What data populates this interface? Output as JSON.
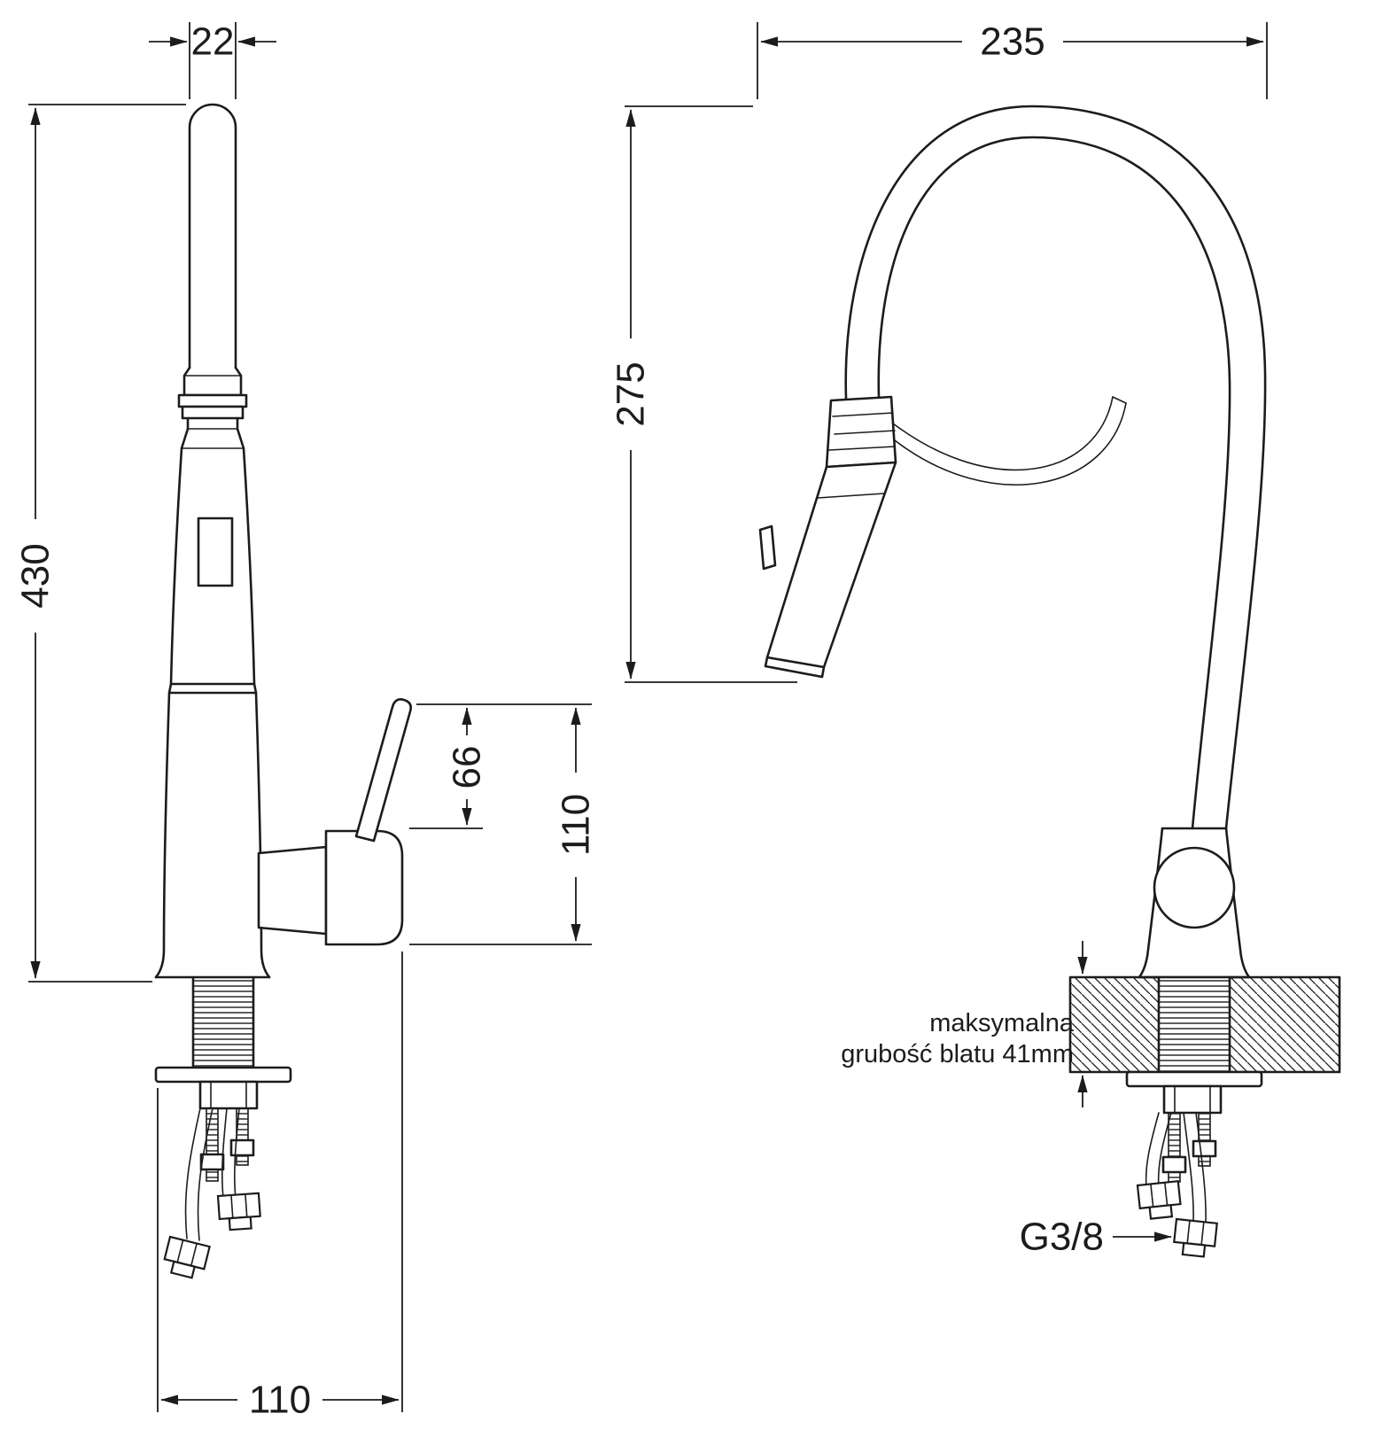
{
  "colors": {
    "background": "#ffffff",
    "line": "#1c1c1c"
  },
  "dimensions": {
    "spout_tip_width": "22",
    "total_height": "430",
    "handle_lever_height": "66",
    "handle_total_height": "110",
    "body_depth": "110",
    "spout_reach": "235",
    "spout_height": "275"
  },
  "annotations": {
    "countertop_note_line1": "maksymalna",
    "countertop_note_line2": "grubość blatu 41mm",
    "connection_thread": "G3/8"
  }
}
